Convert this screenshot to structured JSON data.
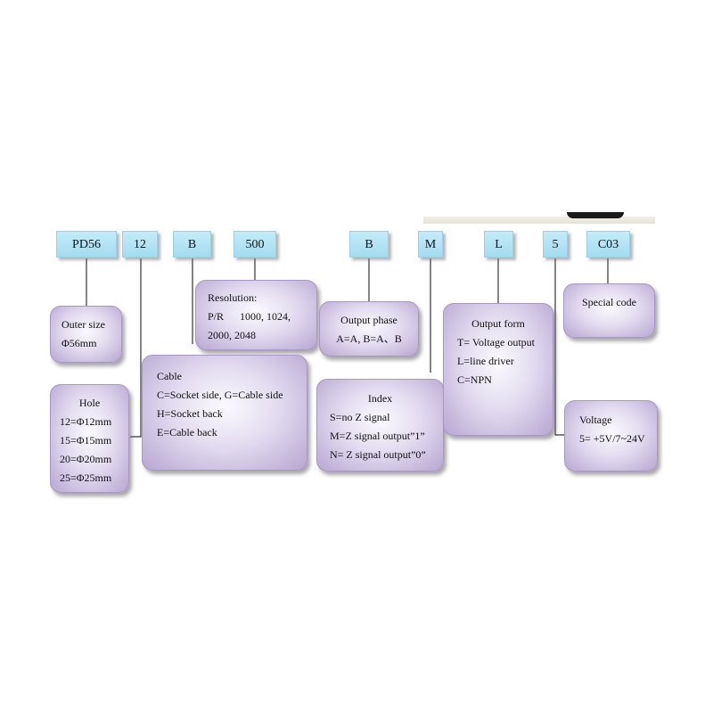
{
  "codes": [
    "PD56",
    "12",
    "B",
    "500",
    "B",
    "M",
    "L",
    "5",
    "C03"
  ],
  "boxes": {
    "outer_size": {
      "title": "Outer size",
      "lines": [
        "Φ56mm"
      ]
    },
    "hole": {
      "title": "Hole",
      "lines": [
        "12=Φ12mm",
        "15=Φ15mm",
        "20=Φ20mm",
        "25=Φ25mm"
      ]
    },
    "resolution": {
      "title": "Resolution:",
      "lines": [
        "P/R      1000, 1024,",
        "2000, 2048"
      ]
    },
    "cable": {
      "title": "Cable",
      "lines": [
        "C=Socket side, G=Cable side",
        "H=Socket back",
        "E=Cable back"
      ]
    },
    "output_phase": {
      "title": "Output phase",
      "lines": [
        "A=A, B=A、B"
      ]
    },
    "index": {
      "title": "Index",
      "lines": [
        "S=no Z signal",
        "M=Z signal output”1”",
        "N= Z signal output”0”"
      ]
    },
    "output_form": {
      "title": "Output form",
      "lines": [
        "T= Voltage output",
        "L=line driver",
        "C=NPN"
      ]
    },
    "special_code": {
      "title": "Special code",
      "lines": []
    },
    "voltage": {
      "title": "Voltage",
      "lines": [
        "5= +5V/7~24V"
      ]
    }
  },
  "colors": {
    "code_fill": "#b4e3f5",
    "box_fill": "#c9bde0",
    "line": "#333333"
  }
}
